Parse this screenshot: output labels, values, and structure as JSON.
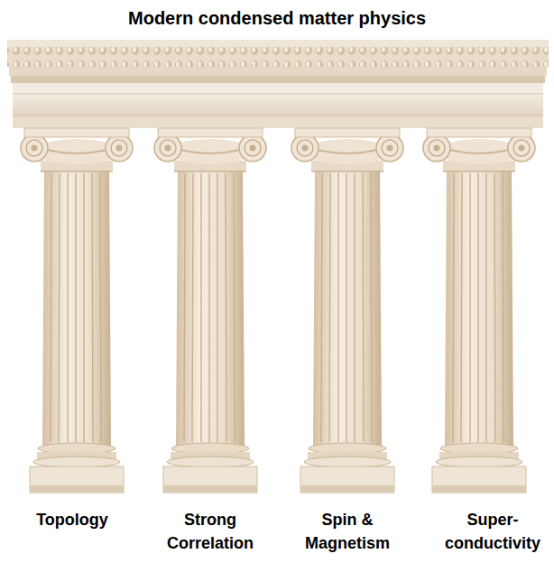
{
  "diagram": {
    "title": "Modern condensed matter physics",
    "labels": [
      "Topology",
      "Strong Correlation",
      "Spin & Magnetism",
      "Super- conductivity"
    ]
  }
}
